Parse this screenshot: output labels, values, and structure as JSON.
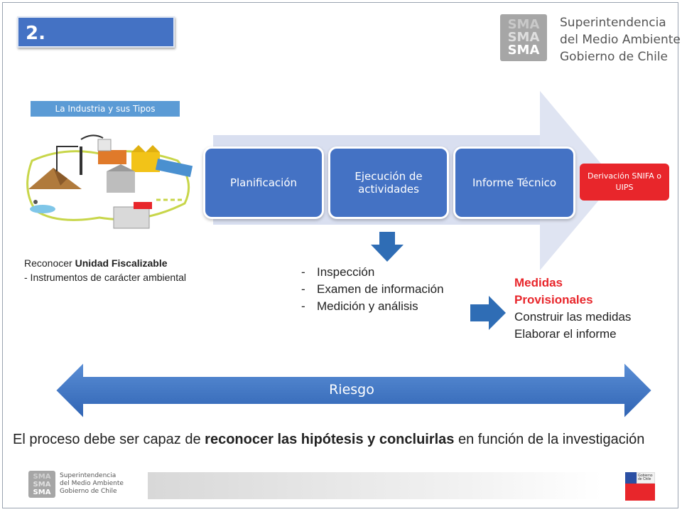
{
  "slide": {
    "title": "2. Fiscalización"
  },
  "org": {
    "logo_lines": [
      "SMA",
      "SMA",
      "SMA"
    ],
    "name_lines": [
      "Superintendencia",
      "del Medio Ambiente",
      "Gobierno de Chile"
    ]
  },
  "industry": {
    "banner": "La Industria y sus Tipos"
  },
  "process": {
    "steps": [
      "Planificación",
      "Ejecución de actividades",
      "Informe Técnico"
    ],
    "final_step": "Derivación SNIFA o UIPS"
  },
  "unit": {
    "prefix": "Reconocer ",
    "bold": "Unidad Fiscalizable",
    "line2": "- Instrumentos de carácter ambiental"
  },
  "activities": [
    "Inspección",
    "Examen de información",
    "Medición y análisis"
  ],
  "measures": {
    "title_1": "Medidas",
    "title_2": "Provisionales",
    "item_1": "Construir las medidas",
    "item_2": "Elaborar el informe"
  },
  "risk": {
    "label": "Riesgo"
  },
  "conclusion": {
    "part1": "El proceso debe ser capaz de ",
    "bold": "reconocer las hipótesis y concluirlas",
    "part2": " en función de la investigación"
  },
  "footer": {
    "logo_lines": [
      "SMA",
      "SMA",
      "SMA"
    ],
    "name_lines": [
      "Superintendencia",
      "del Medio Ambiente",
      "Gobierno de Chile"
    ],
    "gov_lines": [
      "Gobierno",
      "de Chile"
    ]
  },
  "colors": {
    "primary_blue": "#4472c4",
    "alert_red": "#e8262b",
    "logo_gray": "#a6a6a6",
    "arrow_bg": "#d9dff0"
  }
}
